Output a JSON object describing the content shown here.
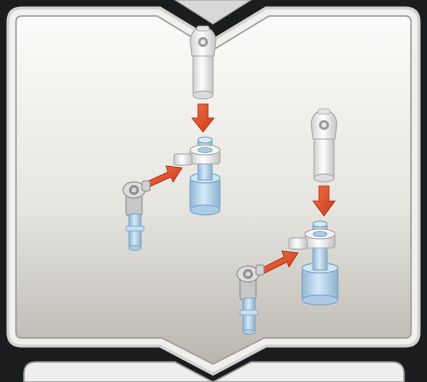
{
  "colors": {
    "background": "#1b1c1e",
    "panel_border": "#c9c9c9",
    "panel_fill_top": "#fbfbf9",
    "panel_fill_bottom": "#b9b6ae",
    "arrow": "#e2502a",
    "blue_part": "#b9d8ef",
    "white_part": "#f1f1f1"
  },
  "diagram": {
    "type": "assembly-instruction-step",
    "assemblies": 2,
    "parts_per_assembly": [
      "white-connector-part",
      "grey-angled-connector",
      "light-blue-axle-pin"
    ],
    "arrows_per_assembly": 2
  }
}
